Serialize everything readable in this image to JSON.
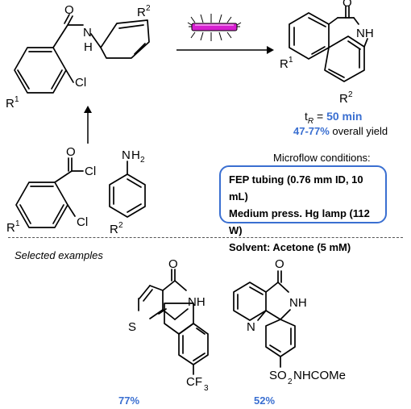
{
  "labels": {
    "O": "O",
    "H": "H",
    "N": "N",
    "NH": "NH",
    "Cl": "Cl",
    "R": "R",
    "one": "1",
    "two": "2",
    "S": "S",
    "CF": "CF",
    "three": "3",
    "SO": "SO",
    "nhcome": "NHCOMe",
    "tR_t": "t",
    "tR_R": "R",
    "tR_eq": " = ",
    "time": "50 min",
    "yield_range": "47-77%",
    "yield_text": " overall yield"
  },
  "conditions": {
    "title": "Microflow conditions:",
    "lines": [
      "FEP tubing (0.76 mm ID, 10 mL)",
      "Medium press. Hg lamp (112 W)",
      "Solvent: Acetone (5 mM)"
    ]
  },
  "examples": {
    "heading": "Selected examples",
    "yields": [
      "77%",
      "52%"
    ]
  },
  "colors": {
    "accent": "#3a6fd1",
    "lamp": "#d61fd0"
  }
}
